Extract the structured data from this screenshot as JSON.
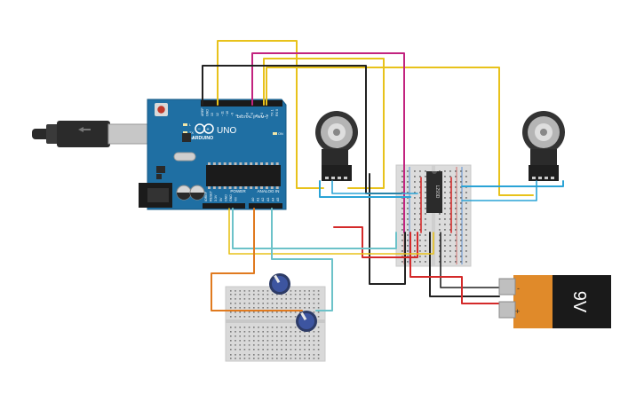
{
  "arduino": {
    "brand": "ARDUINO",
    "model": "UNO",
    "digital_label": "DIGITAL (PWM~)",
    "power_label": "POWER",
    "analog_label": "ANALOG IN",
    "led_l": "L",
    "led_tx": "TX",
    "led_rx": "RX",
    "led_on": "ON",
    "top_pins": [
      "AREF",
      "GND",
      "13",
      "12",
      "~11",
      "~10",
      "~9",
      "8",
      "7",
      "~6",
      "~5",
      "4",
      "~3",
      "2",
      "TX 1",
      "RX 0"
    ],
    "power_pins": [
      "IOREF",
      "RESET",
      "3.3V",
      "5V",
      "GND",
      "GND",
      "Vin"
    ],
    "analog_pins": [
      "A0",
      "A1",
      "A2",
      "A3",
      "A4",
      "A5"
    ]
  },
  "ic": {
    "label": "L293D"
  },
  "battery": {
    "label": "9V",
    "plus": "+",
    "minus": "-"
  },
  "colors": {
    "board": "#1f6fa3",
    "wire_yellow": "#e8c21b",
    "wire_magenta": "#c2237f",
    "wire_black": "#222222",
    "wire_blue": "#2aa3d6",
    "wire_red": "#d42a2a",
    "wire_orange": "#e07a1f",
    "wire_teal": "#6cc2c9",
    "battery_orange": "#e08a2a",
    "battery_black": "#1a1a1a"
  }
}
